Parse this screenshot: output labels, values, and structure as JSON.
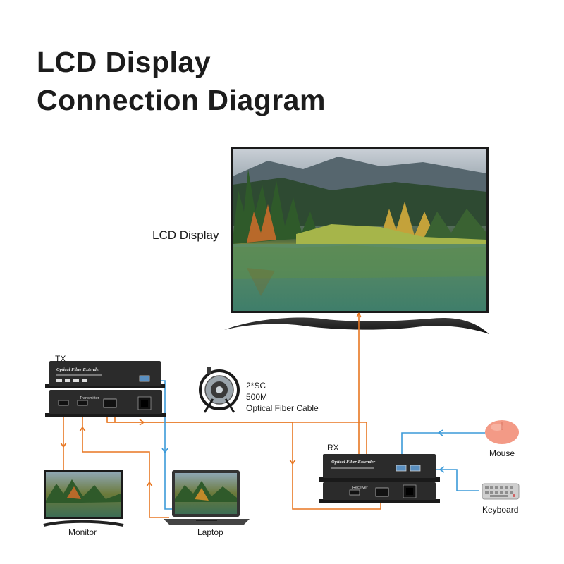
{
  "title": {
    "line1": "LCD Display",
    "line2": "Connection Diagram"
  },
  "labels": {
    "lcd_display": "LCD Display",
    "tx": "TX",
    "rx": "RX",
    "fiber_count": "2*SC",
    "fiber_length": "500M",
    "fiber_name": "Optical Fiber Cable",
    "mouse": "Mouse",
    "keyboard": "Keyboard",
    "monitor": "Monitor",
    "laptop": "Laptop"
  },
  "devices": {
    "tx_top_brand": "Optical Fiber Extender",
    "tx_front_label": "Transmitter",
    "rx_top_brand": "Optical Fiber Extender",
    "rx_front_label": "Receiver"
  },
  "colors": {
    "video_line": "#e87722",
    "usb_line": "#3b9ad9",
    "device_body": "#2b2b2b",
    "title": "#1c1c1c"
  }
}
